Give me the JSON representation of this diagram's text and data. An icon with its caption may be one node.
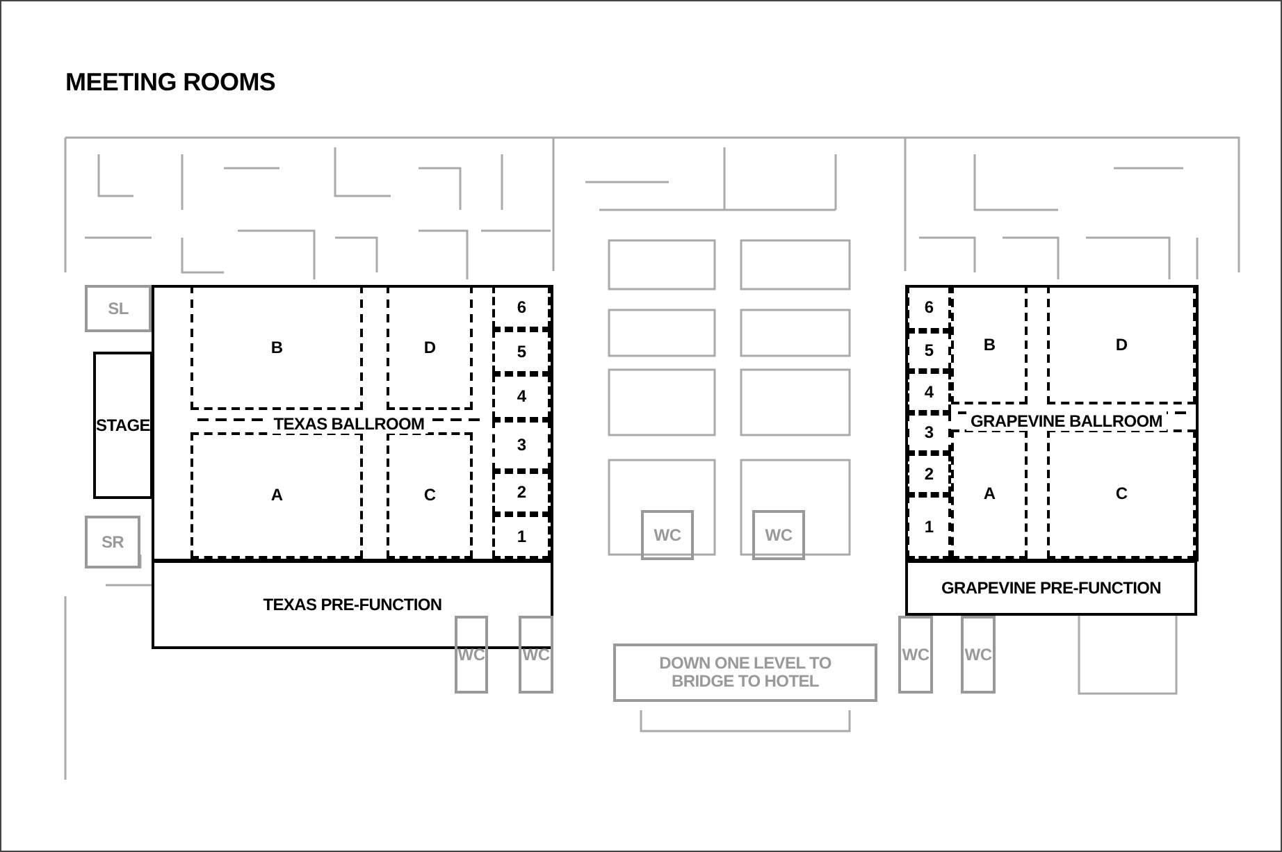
{
  "diagram": {
    "title": "MEETING ROOMS",
    "nodes": [
      {
        "text": [
          "SL"
        ]
      },
      {
        "text": [
          "STAGE"
        ]
      },
      {
        "text": [
          "SR"
        ]
      },
      {
        "text": [
          "TEXAS BALLROOM"
        ]
      },
      {
        "text": [
          "B"
        ],
        "in": 3
      },
      {
        "text": [
          "D"
        ],
        "in": 3
      },
      {
        "text": [
          "6"
        ],
        "in": 3
      },
      {
        "text": [
          "5"
        ],
        "in": 3
      },
      {
        "text": [
          "4"
        ],
        "in": 3
      },
      {
        "text": [
          "3"
        ],
        "in": 3
      },
      {
        "text": [
          "A"
        ],
        "in": 3
      },
      {
        "text": [
          "C"
        ],
        "in": 3
      },
      {
        "text": [
          "2"
        ],
        "in": 3
      },
      {
        "text": [
          "1"
        ],
        "in": 3
      },
      {
        "text": [
          "TEXAS PRE-FUNCTION"
        ]
      },
      {
        "text": [
          "WC"
        ]
      },
      {
        "text": [
          "WC"
        ]
      },
      {
        "text": [
          "GRAPEVINE BALLROOM"
        ]
      },
      {
        "text": [
          "6"
        ],
        "in": 17
      },
      {
        "text": [
          "5"
        ],
        "in": 17
      },
      {
        "text": [
          "B"
        ],
        "in": 17
      },
      {
        "text": [
          "D"
        ],
        "in": 17
      },
      {
        "text": [
          "4"
        ],
        "in": 17
      },
      {
        "text": [
          "3"
        ],
        "in": 17
      },
      {
        "text": [
          "2"
        ],
        "in": 17
      },
      {
        "text": [
          "A"
        ],
        "in": 17
      },
      {
        "text": [
          "C"
        ],
        "in": 17
      },
      {
        "text": [
          "1"
        ],
        "in": 17
      },
      {
        "text": [
          "GRAPEVINE PRE-FUNCTION"
        ]
      },
      {
        "text": [
          "WC"
        ]
      },
      {
        "text": [
          "WC"
        ]
      },
      {
        "text": [
          "DOWN ONE LEVEL TO BRIDGE TO HOTEL"
        ]
      },
      {
        "text": [
          "WC"
        ]
      },
      {
        "text": [
          "WC"
        ]
      }
    ]
  }
}
